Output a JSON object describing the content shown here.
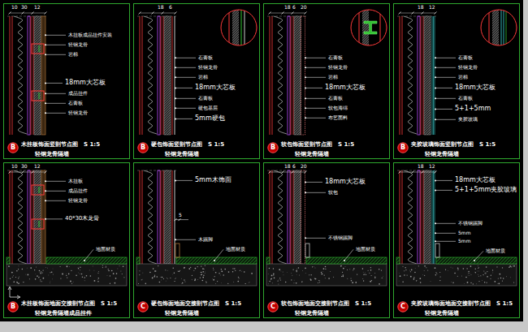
{
  "diagram": {
    "nodes": [
      {
        "text": [
          "木挂板饰面竖剖节点图",
          "S 1:5",
          "轻钢龙骨隔墙"
        ]
      },
      {
        "text": [
          "B"
        ],
        "in": 0
      },
      {
        "text": [
          "硬包饰面竖剖节点图",
          "S 1:5",
          "轻钢龙骨隔墙"
        ]
      },
      {
        "text": [
          "B"
        ],
        "in": 2
      },
      {
        "text": [
          "软包饰面竖剖节点图",
          "S 1:5",
          "轻钢龙骨隔墙"
        ]
      },
      {
        "text": [
          "B"
        ],
        "in": 4
      },
      {
        "text": [
          "夹胶玻璃饰面竖剖节点图",
          "S 1:5",
          "轻钢龙骨隔墙"
        ]
      },
      {
        "text": [
          "B"
        ],
        "in": 6
      },
      {
        "text": [
          "木挂板饰面地面交接剖节点图",
          "S 1:5",
          "轻钢龙骨隔墙成品挂件"
        ]
      },
      {
        "text": [
          "B"
        ],
        "in": 8
      },
      {
        "text": [
          "硬包饰面地面交接剖节点图",
          "S 1:5",
          "轻钢龙骨隔墙"
        ]
      },
      {
        "text": [
          "C"
        ],
        "in": 10
      },
      {
        "text": [
          "软包饰面地面交接剖节点图",
          "S 1:5",
          "轻钢龙骨隔墙"
        ]
      },
      {
        "text": [
          "C"
        ],
        "in": 12
      },
      {
        "text": [
          "夹胶玻璃饰面地面交接剖节点图",
          "S 1:5",
          "轻钢龙骨隔墙"
        ]
      },
      {
        "text": [
          "C"
        ],
        "in": 14
      }
    ],
    "labels": [
      "10",
      "30",
      "12",
      "木挂板成品挂件安装",
      "轻钢龙骨",
      "岩棉",
      "18mm大芯板",
      "成品挂件",
      "石膏板",
      "轻钢龙骨",
      "18",
      "6",
      "石膏板",
      "轻钢龙骨",
      "岩棉",
      "18mm大芯板",
      "石膏板",
      "硬包基层",
      "5mm硬包",
      "18",
      "6",
      "20",
      "石膏板",
      "轻钢龙骨",
      "岩棉",
      "18mm大芯板",
      "石膏板",
      "软包海绵",
      "布艺面料",
      "18",
      "12",
      "石膏板",
      "轻钢龙骨",
      "岩棉",
      "18mm大芯板",
      "石膏板",
      "5+1+5mm",
      "夹胶玻璃",
      "10",
      "30",
      "12",
      "木挂板",
      "成品挂件",
      "轻钢龙骨",
      "40*30木龙骨",
      "地面材质",
      "5mm木饰面",
      "5",
      "木踢脚",
      "地面材质",
      "18",
      "6",
      "20",
      "18mm大芯板",
      "软包",
      "不锈钢踢脚",
      "地面材质",
      "18",
      "12",
      "18mm大芯板",
      "5+1+5mm夹胶玻璃",
      "不锈钢踢脚",
      "5mm",
      "5mm",
      "地面材质"
    ]
  }
}
